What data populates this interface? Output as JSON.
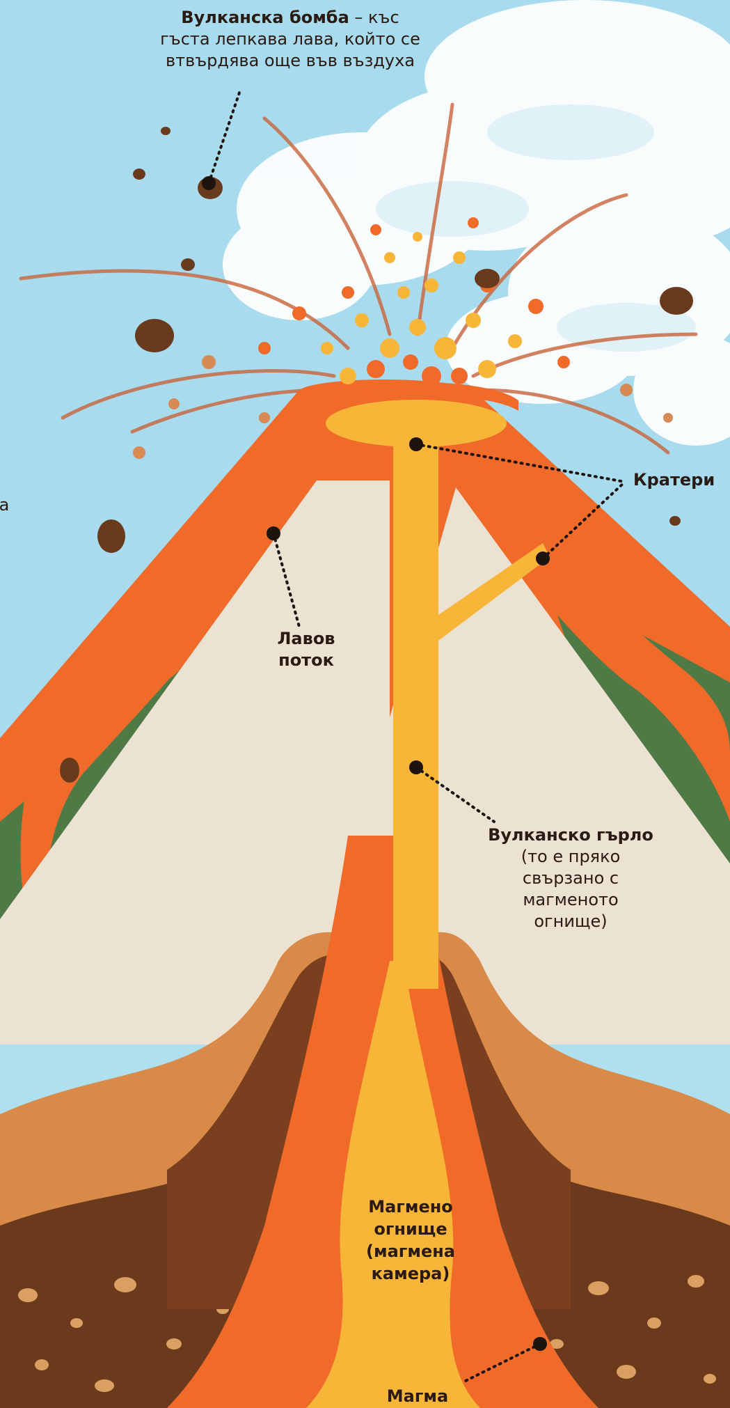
{
  "labels": {
    "bomb": {
      "title": "Вулканска бомба",
      "dash": " – ",
      "line1_rest": "къс",
      "line2": "гъста лепкава лава, който се",
      "line3": "втвърдява още във въздуха"
    },
    "craters": {
      "title": "Кратери"
    },
    "lava_flow": {
      "line1": "Лавов",
      "line2": "поток"
    },
    "throat": {
      "title": "Вулканско гърло",
      "line1": "(то е пряко",
      "line2": "свързано с",
      "line3": "магменото",
      "line4": "огнище)"
    },
    "chamber": {
      "line1": "Магмено",
      "line2": "огнище",
      "line3": "(магмена",
      "line4": "камера)"
    },
    "magma": {
      "title": "Магма"
    },
    "left_edge": {
      "text": "а"
    }
  },
  "colors": {
    "sky": "#aee0f0",
    "cloud": "#ffffff",
    "lava_orange": "#f06a2a",
    "magma_yellow": "#f8b638",
    "ash_cone": "#ece2d2",
    "vegetation": "#4f7a45",
    "earth_light": "#d98a48",
    "earth_dark": "#7a3f1e",
    "bomb_brown": "#6a3a1c",
    "text": "#2a1a12"
  }
}
